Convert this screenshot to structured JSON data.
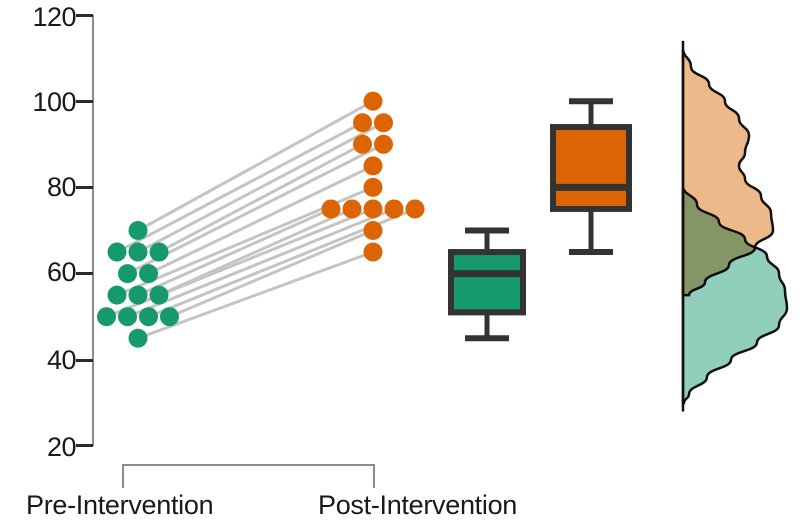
{
  "chart_data": {
    "type": "scatter",
    "subtype": "paired-before-after-raincloud",
    "title": "",
    "xlabel": "",
    "ylabel": "",
    "ylim": [
      20,
      120
    ],
    "yticks": [
      20,
      40,
      60,
      80,
      100,
      120
    ],
    "ytick_labels": [
      "20",
      "40",
      "60",
      "80",
      "100",
      "120"
    ],
    "grid": false,
    "legend": "none",
    "categories": [
      "Pre-Intervention",
      "Post-Intervention"
    ],
    "colors": {
      "pre_marker": "#17996E",
      "post_marker": "#DD6402",
      "pre_density_fill": "#85C9B4",
      "post_density_fill": "#EAB17D",
      "density_overlap": "#B5A368",
      "connector_line": "#C4C4C4",
      "box_outline": "#333333",
      "axis": "#8C8C8C",
      "text": "#1A1A1A"
    },
    "series": [
      {
        "name": "Pre-Intervention",
        "x_position": 1,
        "values": [
          70,
          65,
          65,
          65,
          60,
          60,
          55,
          55,
          55,
          50,
          50,
          50,
          50,
          45
        ],
        "dot_rows": [
          {
            "value": 70,
            "count": 1
          },
          {
            "value": 65,
            "count": 3
          },
          {
            "value": 60,
            "count": 2
          },
          {
            "value": 55,
            "count": 3
          },
          {
            "value": 50,
            "count": 4
          },
          {
            "value": 45,
            "count": 1
          }
        ],
        "box": {
          "whisker_low": 45,
          "q1": 51,
          "median": 60,
          "q3": 65,
          "whisker_high": 70
        }
      },
      {
        "name": "Post-Intervention",
        "x_position": 2,
        "values": [
          100,
          95,
          95,
          90,
          90,
          85,
          80,
          75,
          75,
          75,
          75,
          75,
          70,
          65
        ],
        "dot_rows": [
          {
            "value": 100,
            "count": 1
          },
          {
            "value": 95,
            "count": 2
          },
          {
            "value": 90,
            "count": 2
          },
          {
            "value": 85,
            "count": 1
          },
          {
            "value": 80,
            "count": 1
          },
          {
            "value": 75,
            "count": 5
          },
          {
            "value": 70,
            "count": 1
          },
          {
            "value": 65,
            "count": 1
          }
        ],
        "box": {
          "whisker_low": 65,
          "q1": 75,
          "median": 80,
          "q3": 94,
          "whisker_high": 100
        }
      }
    ],
    "connectors": [
      {
        "pre": 70,
        "post": 100
      },
      {
        "pre": 65,
        "post": 95
      },
      {
        "pre": 65,
        "post": 95
      },
      {
        "pre": 65,
        "post": 90
      },
      {
        "pre": 60,
        "post": 90
      },
      {
        "pre": 60,
        "post": 85
      },
      {
        "pre": 55,
        "post": 80
      },
      {
        "pre": 55,
        "post": 75
      },
      {
        "pre": 55,
        "post": 75
      },
      {
        "pre": 50,
        "post": 75
      },
      {
        "pre": 50,
        "post": 75
      },
      {
        "pre": 50,
        "post": 75
      },
      {
        "pre": 50,
        "post": 70
      },
      {
        "pre": 45,
        "post": 65
      }
    ],
    "density": {
      "pre": {
        "peak_value": 55,
        "range": [
          30,
          80
        ]
      },
      "post": {
        "peak_value": 78,
        "range": [
          55,
          112
        ]
      }
    },
    "annotations": {
      "group_bracket": {
        "from": "Pre-Intervention",
        "to": "Post-Intervention"
      }
    }
  },
  "axis": {
    "tick_labels": [
      "120",
      "100",
      "80",
      "60",
      "40",
      "20"
    ]
  },
  "xaxis": {
    "pre_label": "Pre-Intervention",
    "post_label": "Post-Intervention"
  }
}
